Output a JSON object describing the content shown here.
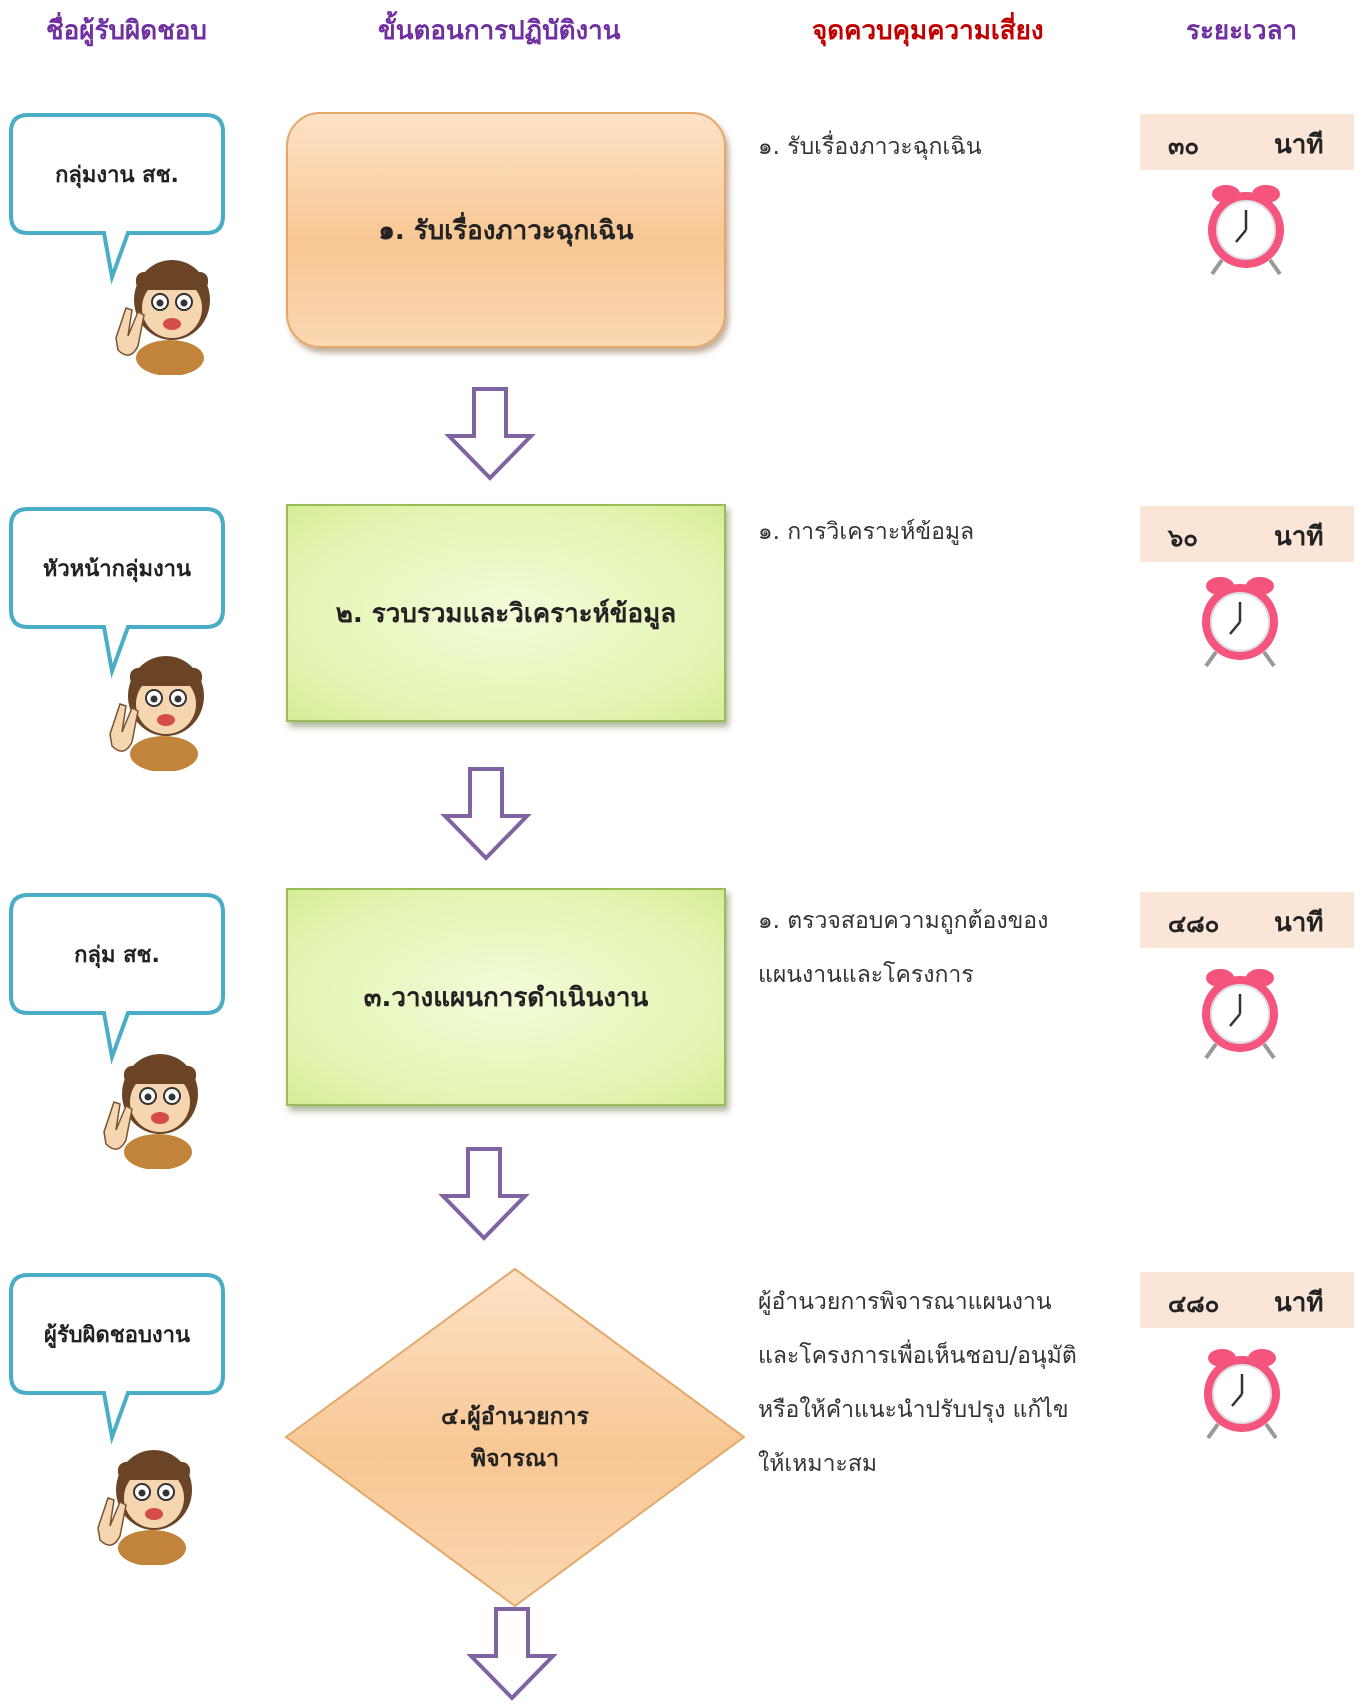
{
  "headers": {
    "responsible": "ชื่อผู้รับผิดชอบ",
    "procedure": "ขั้นตอนการปฏิบัติงาน",
    "risk_control": "จุดควบคุมความเสี่ยง",
    "duration": "ระยะเวลา"
  },
  "steps": [
    {
      "responsible": "กลุ่มงาน สช.",
      "label": "๑. รับเรื่องภาวะฉุกเฉิน",
      "shape": "rounded-rectangle",
      "fill": "#f8c793",
      "risk_lines": [
        "๑. รับเรื่องภาวะฉุกเฉิน"
      ],
      "time_value": "๓๐",
      "time_unit": "นาที"
    },
    {
      "responsible": "หัวหน้ากลุ่มงาน",
      "label": "๒. รวบรวมและวิเคราะห์ข้อมูล",
      "shape": "rectangle",
      "fill": "#e4f5b3",
      "risk_lines": [
        "๑. การวิเคราะห์ข้อมูล"
      ],
      "time_value": "๖๐",
      "time_unit": "นาที"
    },
    {
      "responsible": "กลุ่ม สช.",
      "label": "๓.วางแผนการดำเนินงาน",
      "shape": "rectangle",
      "fill": "#e4f5b3",
      "risk_lines": [
        "๑. ตรวจสอบความถูกต้องของ",
        "แผนงานและโครงการ"
      ],
      "time_value": "๔๘๐",
      "time_unit": "นาที"
    },
    {
      "responsible": "ผู้รับผิดชอบงาน",
      "label_lines": [
        "๔.ผู้อำนวยการ",
        "พิจารณา"
      ],
      "shape": "diamond",
      "fill": "#f8c793",
      "risk_lines": [
        "ผู้อำนวยการพิจารณาแผนงาน",
        "และโครงการเพื่อเห็นชอบ/อนุมัติ",
        "หรือให้คำแนะนำปรับปรุง แก้ไข",
        "ให้เหมาะสม"
      ],
      "time_value": "๔๘๐",
      "time_unit": "นาที"
    }
  ],
  "icons": {
    "character": "staff-character-icon",
    "clock": "alarm-clock-icon",
    "arrow": "down-arrow-icon"
  },
  "colors": {
    "header_purple": "#7030a0",
    "header_red": "#c00000",
    "bubble_border": "#4bacc6",
    "arrow_outline": "#8064a2",
    "time_box": "#fbe5d6",
    "clock_pink": "#f4547e"
  }
}
